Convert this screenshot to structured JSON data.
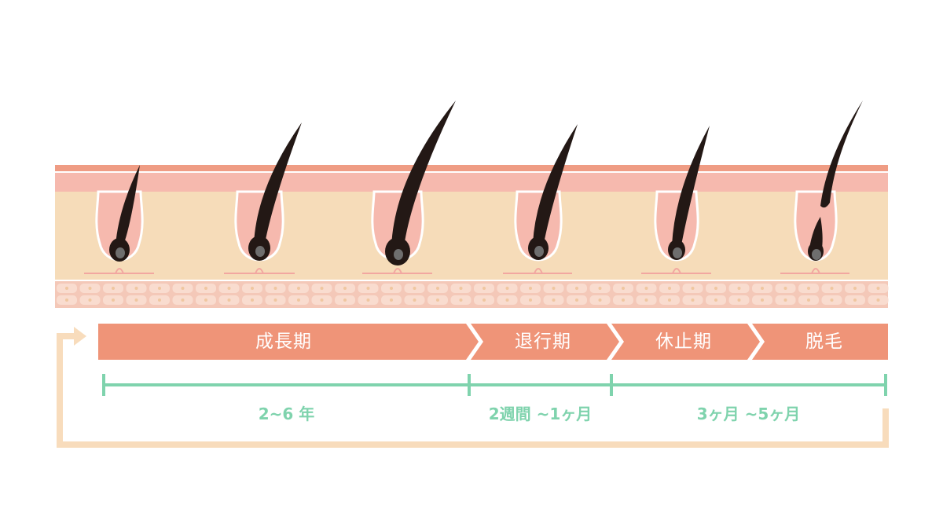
{
  "colors": {
    "epidermis_top": "#ef9c84",
    "epidermis_mid": "#f6b9ae",
    "dermis": "#f6dcb9",
    "cells_bg": "#f4c8b8",
    "cell": "#f9dccf",
    "hair": "#231815",
    "bulb_dot": "#6e6e6e",
    "phase_bar": "#ef9478",
    "duration_line": "#7fd3ad",
    "cycle_arrow": "#f8dcbc"
  },
  "phases": [
    {
      "label": "成長期"
    },
    {
      "label": "退行期"
    },
    {
      "label": "休止期"
    },
    {
      "label": "脱毛"
    }
  ],
  "durations": [
    {
      "label": "2~6 年"
    },
    {
      "label": "2週間 ~1ヶ月"
    },
    {
      "label": "3ヶ月 ~5ヶ月"
    }
  ],
  "cycle_icon": "return-arrow-icon"
}
